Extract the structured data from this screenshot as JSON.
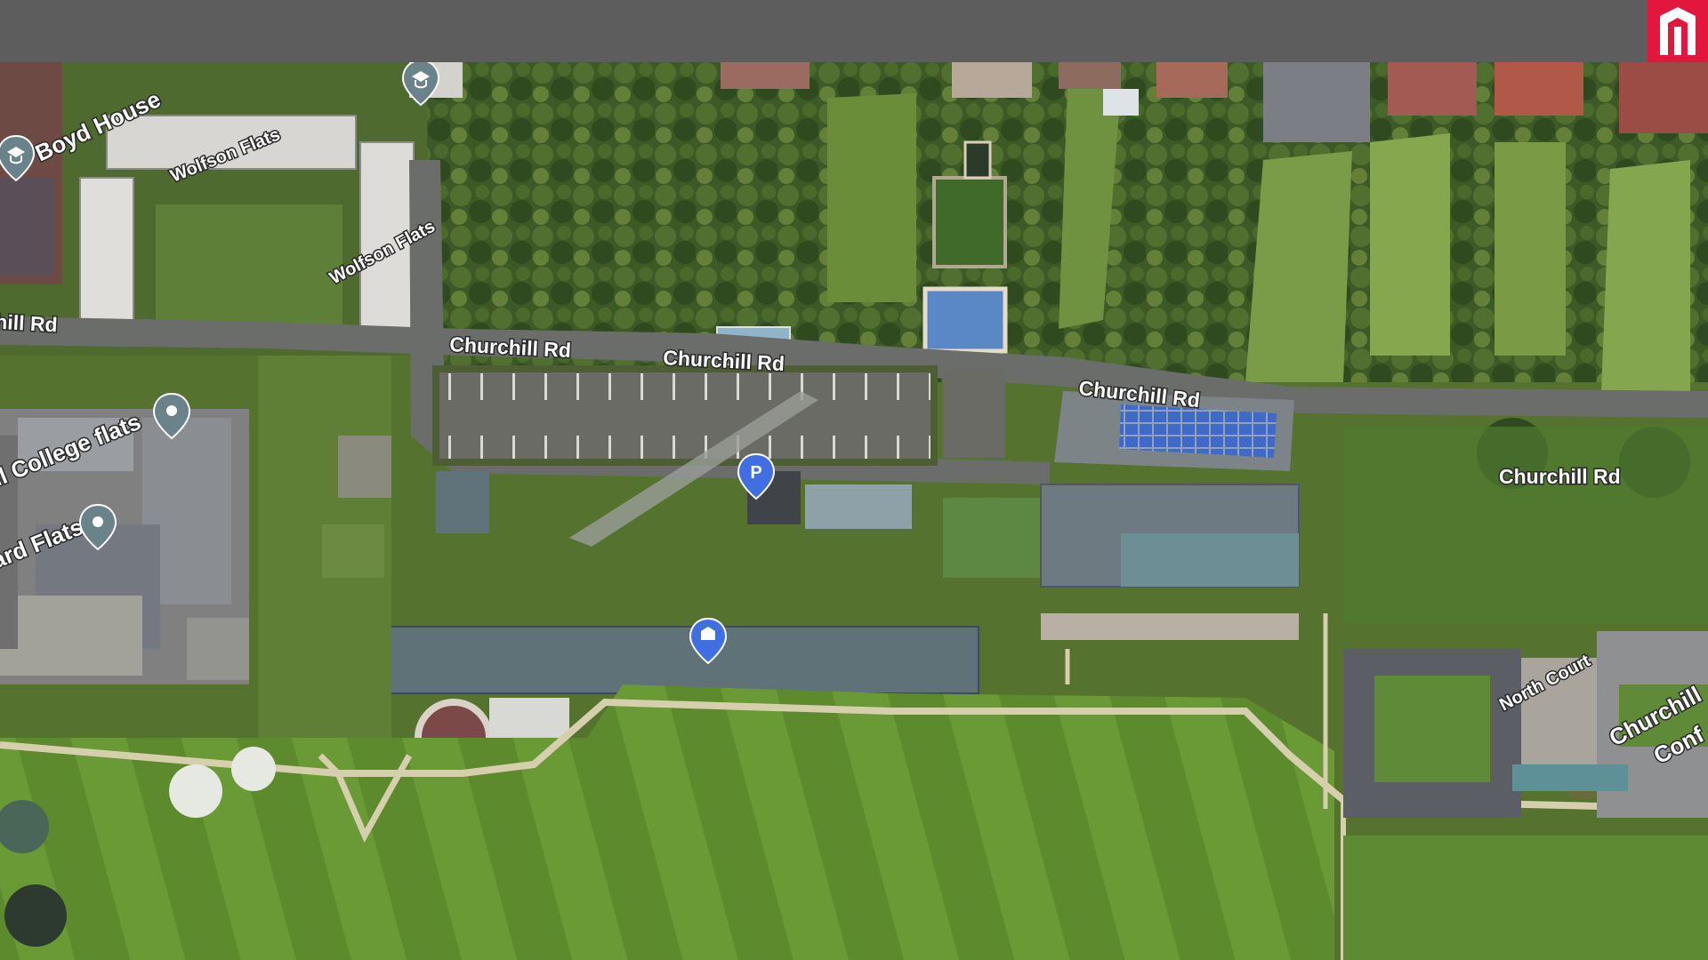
{
  "roads": {
    "churchill_rd_1": "Churchill Rd",
    "churchill_rd_2": "Churchill Rd",
    "churchill_rd_3": "Churchill Rd",
    "churchill_rd_4": "Churchill Rd",
    "churchill_rd_edge": "hill Rd"
  },
  "places": {
    "boyd_house": "Boyd House",
    "wolfson_flats_1": "Wolfson Flats",
    "wolfson_flats_2": "Wolfson Flats",
    "college_flats": "ill College flats",
    "ard_flats": "ard Flats",
    "north_court": "North Court",
    "churchill_line1": "Churchill",
    "churchill_line2": "Conf"
  },
  "markers": {
    "parking_letter": "P"
  },
  "colors": {
    "topbar": "#5d5d5d",
    "logo": "#e3173e",
    "marker_blue": "#3f6fe0",
    "marker_gray": "#6a8289"
  },
  "icons": {
    "logo": "university-logo-icon",
    "parking": "parking-marker-icon",
    "school": "school-marker-icon",
    "pin": "location-pin-icon"
  }
}
